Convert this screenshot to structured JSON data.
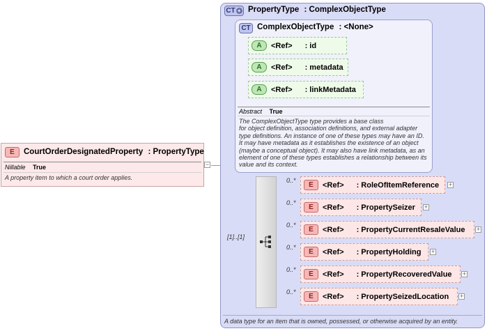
{
  "main_element": {
    "badge": "E",
    "name": "CourtOrderDesignatedProperty",
    "type": ": PropertyType",
    "nillable_label": "Nillable",
    "nillable_value": "True",
    "description": "A property item to which a court order applies.",
    "expander": "−"
  },
  "complex_type": {
    "badge": "CT",
    "badge_plus": "+",
    "name": "PropertyType",
    "type": ": ComplexObjectType",
    "description": "A data type for an item that is owned, possessed, or otherwise acquired by an entity."
  },
  "base_type": {
    "badge": "CT",
    "name": "ComplexObjectType",
    "type": ": <None>",
    "attributes": [
      {
        "badge": "A",
        "ref": "<Ref>",
        "name": ": id"
      },
      {
        "badge": "A",
        "ref": "<Ref>",
        "name": ": metadata"
      },
      {
        "badge": "A",
        "ref": "<Ref>",
        "name": ": linkMetadata"
      }
    ],
    "abstract_label": "Abstract",
    "abstract_value": "True",
    "description_lines": [
      "The ComplexObjectType type provides a base class",
      "for object definition, association definitions, and external adapter",
      "type definitions. An instance of one of these types may have an ID.",
      "It may have metadata as it establishes the existence of an object",
      "(maybe a conceptual object). It may also have link metadata, as an",
      "element of one of these types establishes a relationship between its",
      "value and its context."
    ]
  },
  "sequence": {
    "occurrence": "[1]..[1]"
  },
  "elements": [
    {
      "occ": "0..*",
      "badge": "E",
      "ref": "<Ref>",
      "name": ": RoleOfItemReference",
      "expander": "+"
    },
    {
      "occ": "0..*",
      "badge": "E",
      "ref": "<Ref>",
      "name": ": PropertySeizer",
      "expander": "+"
    },
    {
      "occ": "0..*",
      "badge": "E",
      "ref": "<Ref>",
      "name": ": PropertyCurrentResaleValue",
      "expander": "+"
    },
    {
      "occ": "0..*",
      "badge": "E",
      "ref": "<Ref>",
      "name": ": PropertyHolding",
      "expander": "+"
    },
    {
      "occ": "0..*",
      "badge": "E",
      "ref": "<Ref>",
      "name": ": PropertyRecoveredValue",
      "expander": "+"
    },
    {
      "occ": "0..*",
      "badge": "E",
      "ref": "<Ref>",
      "name": ": PropertySeizedLocation",
      "expander": "+"
    }
  ]
}
